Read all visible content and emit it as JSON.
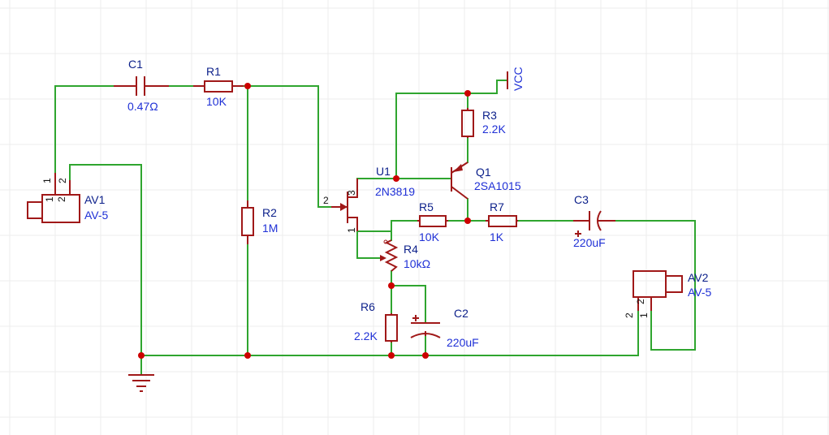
{
  "labels": {
    "c1_name": "C1",
    "c1_value": "0.47Ω",
    "r1_name": "R1",
    "r1_value": "10K",
    "r2_name": "R2",
    "r2_value": "1M",
    "av1_name": "AV1",
    "av1_value": "AV-5",
    "u1_name": "U1",
    "u1_value": "2N3819",
    "q1_name": "Q1",
    "q1_value": "2SA1015",
    "r3_name": "R3",
    "r3_value": "2.2K",
    "vcc_label": "VCC",
    "r5_name": "R5",
    "r5_value": "10K",
    "r7_name": "R7",
    "r7_value": "1K",
    "c3_name": "C3",
    "c3_value": "220uF",
    "r4_name": "R4",
    "r4_value": "10kΩ",
    "r6_name": "R6",
    "r6_value": "2.2K",
    "c2_name": "C2",
    "c2_value": "220uF",
    "av2_name": "AV2",
    "av2_value": "AV-5"
  },
  "pins": {
    "av1_pin1": "1",
    "av1_pin2": "2",
    "av1_pin1_inner": "1",
    "av1_pin2_inner": "2",
    "u1_gate": "2",
    "u1_drain": "3",
    "u1_source": "1",
    "av2_pin2": "2",
    "av2_pin1": "1",
    "av2_pin2_inner": "2",
    "av2_pin1_inner": "1"
  },
  "colors": {
    "wire": "#2fa52f",
    "component": "#a01818",
    "junction": "#cc0000",
    "designator": "#0b1f8a",
    "value": "#1f30d6"
  }
}
